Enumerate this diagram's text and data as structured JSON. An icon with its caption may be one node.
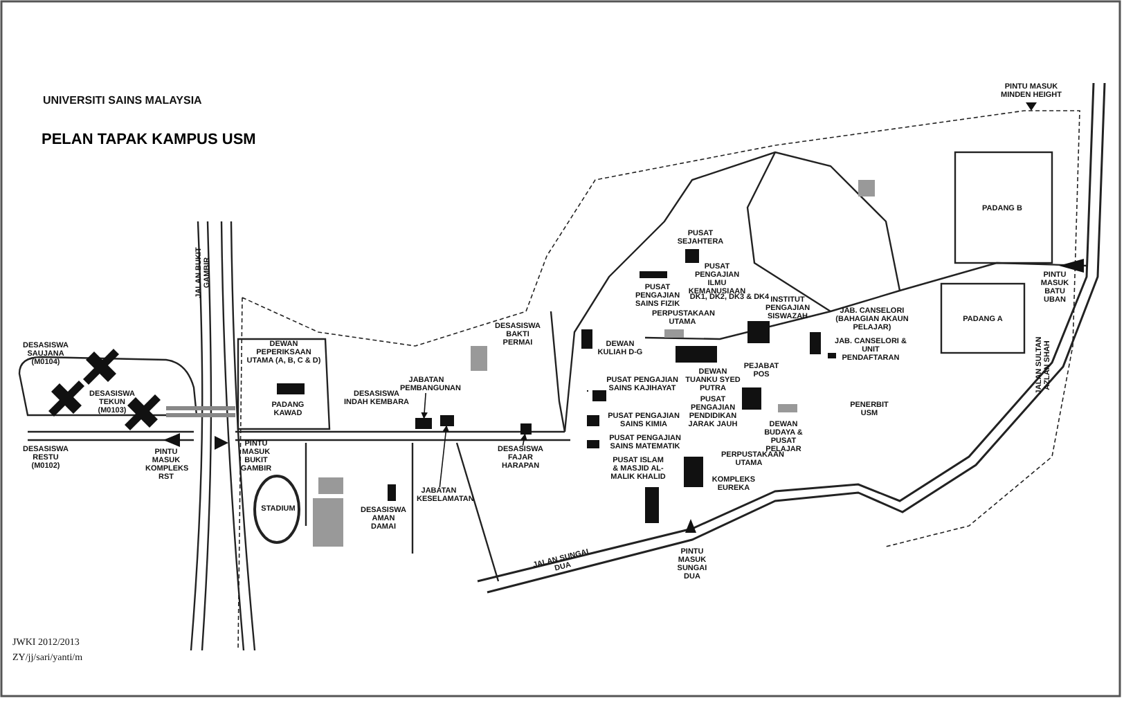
{
  "diagram": {
    "title": "PELAN TAPAK KAMPUS USM",
    "nodes": [
      {
        "text": [
          "JABATAN PEMBANGUNAN"
        ]
      },
      {
        "text": [],
        "shape": "box"
      },
      {
        "text": [
          "JABATAN KESELAMATAN"
        ]
      },
      {
        "text": [],
        "shape": "box"
      },
      {
        "text": [
          "DESASISWA FAJAR HARAPAN"
        ]
      },
      {
        "text": [],
        "shape": "box"
      }
    ],
    "edges": [
      {
        "from": 0,
        "to": 1,
        "arrow": "to"
      },
      {
        "from": 2,
        "to": 3,
        "arrow": "to"
      },
      {
        "from": 4,
        "to": 5,
        "arrow": "to"
      }
    ],
    "labels": [
      "UNIVERSITI SAINS MALAYSIA",
      "DESASISWA SAUJANA (M0104)",
      "DESASISWA TEKUN (M0103)",
      "DESASISWA RESTU (M0102)",
      "PINTU MASUK KOMPLEKS RST",
      "JALAN BUKIT GAMBIR",
      "PINTU MASUK BUKIT GAMBIR",
      "DEWAN PEPERIKSAAN UTAMA (A, B, C & D)",
      "PADANG KAWAD",
      "DESASISWA INDAH KEMBARA",
      "DESASISWA AMAN DAMAI",
      "STADIUM",
      "DESASISWA BAKTI PERMAI",
      "PUSAT SEJAHTERA",
      "PUSAT PENGAJIAN SAINS FIZIK",
      "PUSAT PENGAJIAN ILMU KEMANUSIAAN",
      "DK1, DK2, DK3 & DK4",
      "PERPUSTAKAAN UTAMA",
      "DEWAN KULIAH D-G",
      "DEWAN TUANKU SYED PUTRA",
      "PEJABAT POS",
      "INSTITUT PENGAJIAN SISWAZAH",
      "JAB. CANSELORI (BAHAGIAN AKAUN PELAJAR)",
      "JAB. CANSELORI & UNIT PENDAFTARAN",
      "PUSAT PENGAJIAN SAINS KAJIHAYAT",
      "PUSAT PENGAJIAN PENDIDIKAN JARAK JAUH",
      "PUSAT PENGAJIAN SAINS KIMIA",
      "PUSAT PENGAJIAN SAINS MATEMATIK",
      "PUSAT ISLAM & MASJID AL-MALIK KHALID",
      "PERPUSTAKAAN UTAMA",
      "KOMPLEKS EUREKA",
      "DEWAN BUDAYA & PUSAT PELAJAR",
      "PENERBIT USM",
      "PINTU MASUK SUNGAI DUA",
      "JALAN SUNGAI DUA",
      "PINTU MASUK MINDEN HEIGHT",
      "PADANG B",
      "PINTU MASUK BATU UBAN",
      "PADANG A",
      "JALAN SULTAN AZLAN SHAH",
      "JWKI 2012/2013",
      "ZY/jj/sari/yanti/m"
    ]
  }
}
